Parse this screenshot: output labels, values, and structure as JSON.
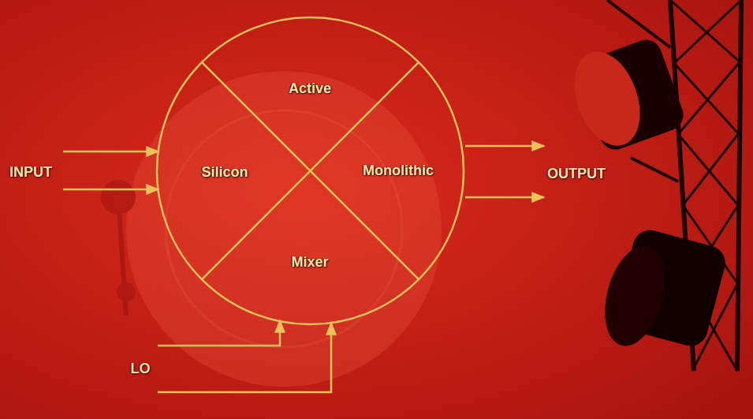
{
  "diagram": {
    "nodes": [
      {
        "text": [
          "Active",
          "Silicon",
          "Monolithic",
          "Mixer"
        ]
      }
    ],
    "labels": [
      "INPUT",
      "OUTPUT",
      "LO"
    ]
  }
}
